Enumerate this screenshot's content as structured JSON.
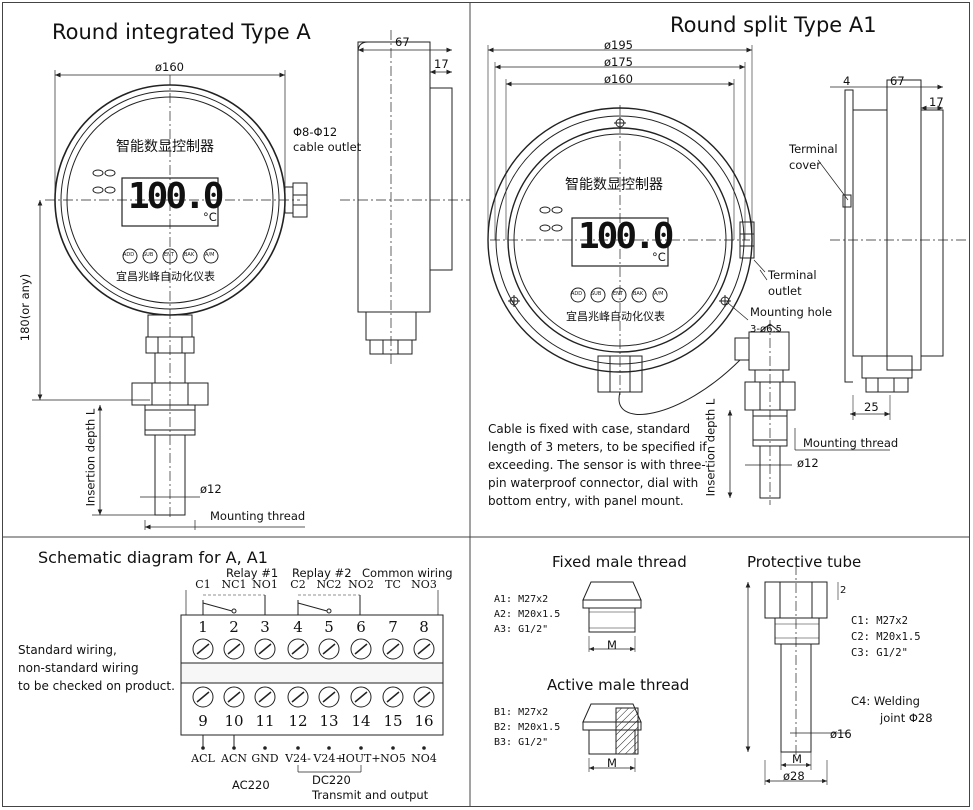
{
  "typeA": {
    "title": "Round integrated Type A",
    "dim_top": "67",
    "dim_17": "17",
    "dim_160": "ø160",
    "cable_outlet": [
      "Φ8-Φ12",
      "cable outlet"
    ],
    "display_value": "100.0",
    "unit": "°C",
    "dial_title": "智能数显控制器",
    "dial_brand": "宜昌兆峰自动化仪表",
    "buttons": [
      "ADD",
      "SUB",
      "ENT",
      "BAK",
      "A/M"
    ],
    "dim_180": "180(or any)",
    "insertion_depth": "Insertion depth L",
    "dim_12": "ø12",
    "mounting_thread": "Mounting thread"
  },
  "typeA1": {
    "title": "Round split Type A1",
    "dim_195": "ø195",
    "dim_175": "ø175",
    "dim_160": "ø160",
    "dim_4": "4",
    "dim_67": "67",
    "dim_17": "17",
    "terminal_cover": [
      "Terminal",
      "cover"
    ],
    "terminal_outlet": [
      "Terminal",
      "outlet"
    ],
    "mounting_hole": [
      "Mounting hole",
      "3-ø6.5"
    ],
    "display_value": "100.0",
    "unit": "°C",
    "dial_title": "智能数显控制器",
    "dial_brand": "宜昌兆峰自动化仪表",
    "buttons": [
      "ADD",
      "SUB",
      "ENT",
      "BAK",
      "A/M"
    ],
    "description": "Cable is fixed with case, standard length of 3 meters, to be specified if exceeding. The sensor is with three-pin waterproof connector, dial with bottom entry, with panel mount.",
    "insertion_depth": "Insertion depth L",
    "mounting_thread": "Mounting thread",
    "dim_12": "ø12",
    "dim_25": "25"
  },
  "schematic": {
    "title": "Schematic diagram for A, A1",
    "relay1": "Relay #1",
    "relay2": "Replay #2",
    "common": "Common wiring",
    "top_labels": [
      "C1",
      "NC1",
      "NO1",
      "C2",
      "NC2",
      "NO2",
      "TC",
      "NO3"
    ],
    "top_numbers": [
      "1",
      "2",
      "3",
      "4",
      "5",
      "6",
      "7",
      "8"
    ],
    "bottom_numbers": [
      "9",
      "10",
      "11",
      "12",
      "13",
      "14",
      "15",
      "16"
    ],
    "bottom_labels": [
      "ACL",
      "ACN",
      "GND",
      "V24-",
      "V24+",
      "IOUT+",
      "NO5",
      "NO4"
    ],
    "note": [
      "Standard wiring,",
      "non-standard wiring",
      "to be checked on product."
    ],
    "ac220": "AC220",
    "dc220": "DC220",
    "transmit": "Transmit and output"
  },
  "threads": {
    "fixed_title": "Fixed male thread",
    "fixed_specs": [
      "A1: M27x2",
      "A2: M20x1.5",
      "A3: G1/2\""
    ],
    "active_title": "Active male thread",
    "active_specs": [
      "B1: M27x2",
      "B2: M20x1.5",
      "B3: G1/2\""
    ],
    "m_label": "M",
    "protective_title": "Protective tube",
    "tube_specs": [
      "C1: M27x2",
      "C2: M20x1.5",
      "C3: G1/2\"",
      "C4: Welding",
      "joint Φ28"
    ],
    "dim_2": "2",
    "dim_16": "ø16",
    "dim_28": "ø28"
  }
}
